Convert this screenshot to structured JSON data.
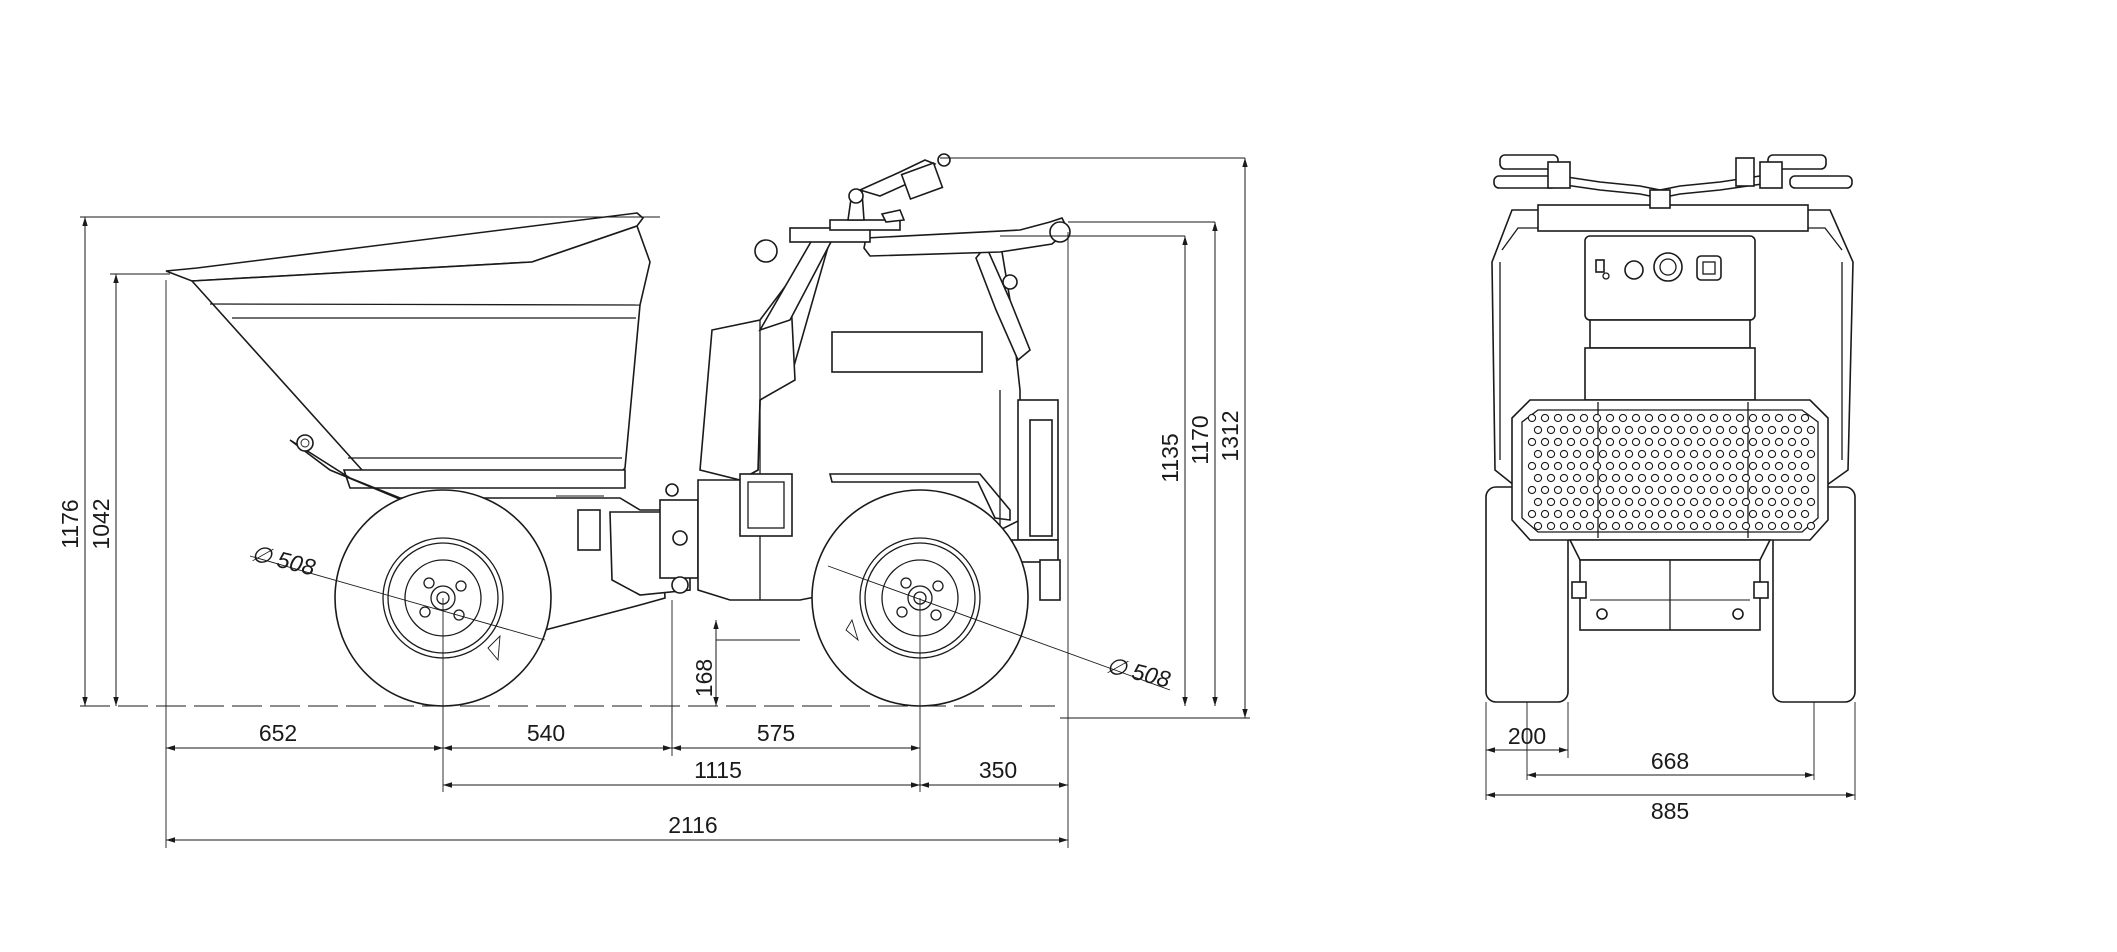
{
  "side_view": {
    "overall_length": "2116",
    "rear_overhang": "652",
    "rear_axle_to_pivot": "540",
    "pivot_to_front_axle": "575",
    "wheelbase": "1115",
    "front_overhang": "350",
    "ground_clearance": "168",
    "skip_height": "1042",
    "skip_top_height": "1176",
    "seat_height": "1135",
    "handle_height": "1170",
    "overall_height": "1312",
    "rear_wheel_diameter": "∅ 508",
    "front_wheel_diameter": "∅ 508"
  },
  "front_view": {
    "overall_width": "885",
    "track_width": "668",
    "tyre_width": "200"
  }
}
